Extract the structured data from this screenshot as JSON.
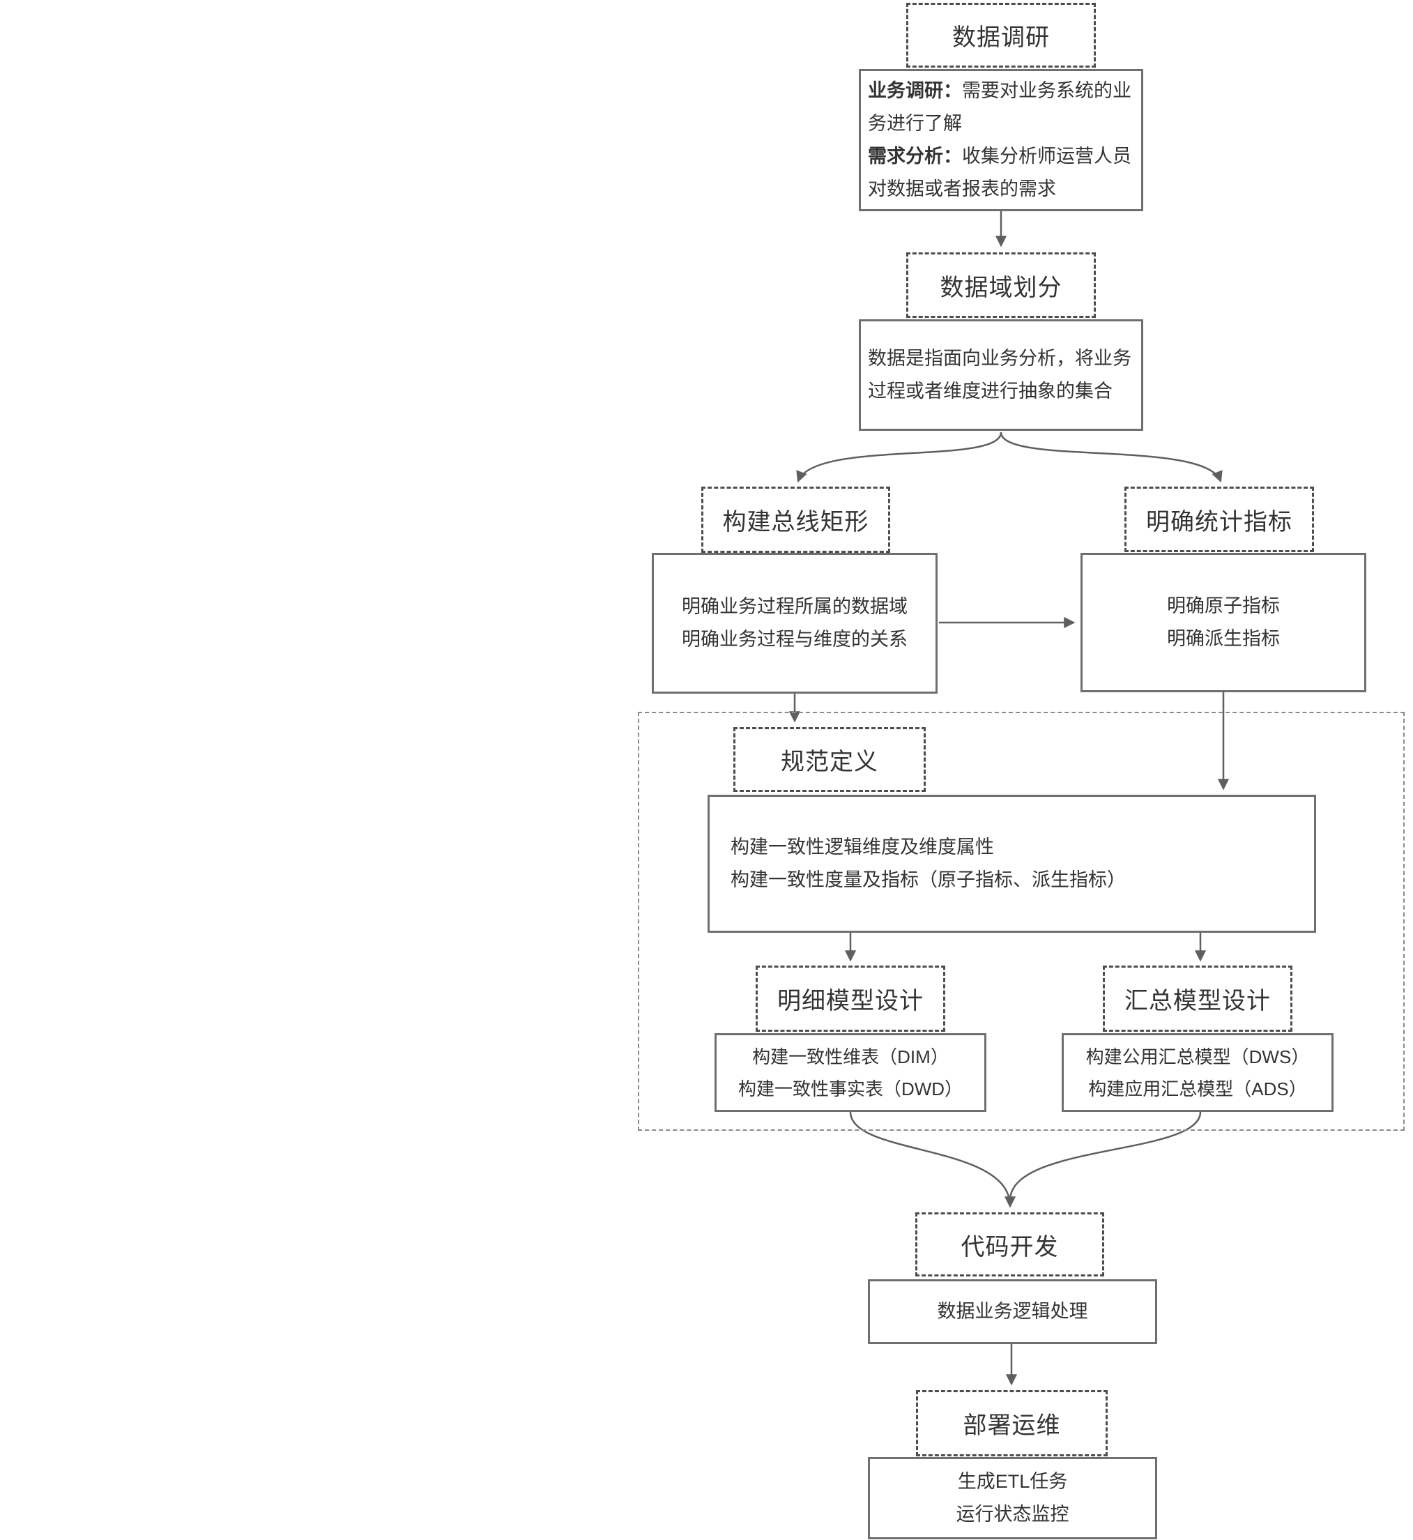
{
  "diagram": {
    "language": "zh-CN",
    "colors": {
      "background": "#ffffff",
      "solid_border": "#6f6f6f",
      "dashed_border": "#4d4d4d",
      "container_border": "#8a8a8a",
      "arrow": "#5f5f5f",
      "text": "#333333"
    },
    "nodes": {
      "survey": {
        "title": "数据调研",
        "body": [
          {
            "lead": "业务调研：",
            "text": "需要对业务系统的业"
          },
          {
            "lead": "",
            "text": "务进行了解"
          },
          {
            "lead": "需求分析：",
            "text": "收集分析师运营人员"
          },
          {
            "lead": "",
            "text": "对数据或者报表的需求"
          }
        ]
      },
      "domain": {
        "title": "数据域划分",
        "body": [
          {
            "lead": "",
            "text": "数据是指面向业务分析，将业务"
          },
          {
            "lead": "",
            "text": "过程或者维度进行抽象的集合"
          }
        ]
      },
      "busMatrix": {
        "title": "构建总线矩形",
        "body": [
          {
            "lead": "",
            "text": "明确业务过程所属的数据域"
          },
          {
            "lead": "",
            "text": "明确业务过程与维度的关系"
          }
        ]
      },
      "metrics": {
        "title": "明确统计指标",
        "body": [
          {
            "lead": "",
            "text": "明确原子指标"
          },
          {
            "lead": "",
            "text": "明确派生指标"
          }
        ]
      },
      "spec": {
        "title": "规范定义",
        "body": [
          {
            "lead": "",
            "text": "构建一致性逻辑维度及维度属性"
          },
          {
            "lead": "",
            "text": "构建一致性度量及指标（原子指标、派生指标）"
          }
        ]
      },
      "detailModel": {
        "title": "明细模型设计",
        "body": [
          {
            "lead": "",
            "text": "构建一致性维表（DIM）"
          },
          {
            "lead": "",
            "text": "构建一致性事实表（DWD）"
          }
        ]
      },
      "summaryModel": {
        "title": "汇总模型设计",
        "body": [
          {
            "lead": "",
            "text": "构建公用汇总模型（DWS）"
          },
          {
            "lead": "",
            "text": "构建应用汇总模型（ADS）"
          }
        ]
      },
      "codeDev": {
        "title": "代码开发",
        "body": [
          {
            "lead": "",
            "text": "数据业务逻辑处理"
          }
        ]
      },
      "deploy": {
        "title": "部署运维",
        "body": [
          {
            "lead": "",
            "text": "生成ETL任务"
          },
          {
            "lead": "",
            "text": "运行状态监控"
          }
        ]
      }
    }
  }
}
